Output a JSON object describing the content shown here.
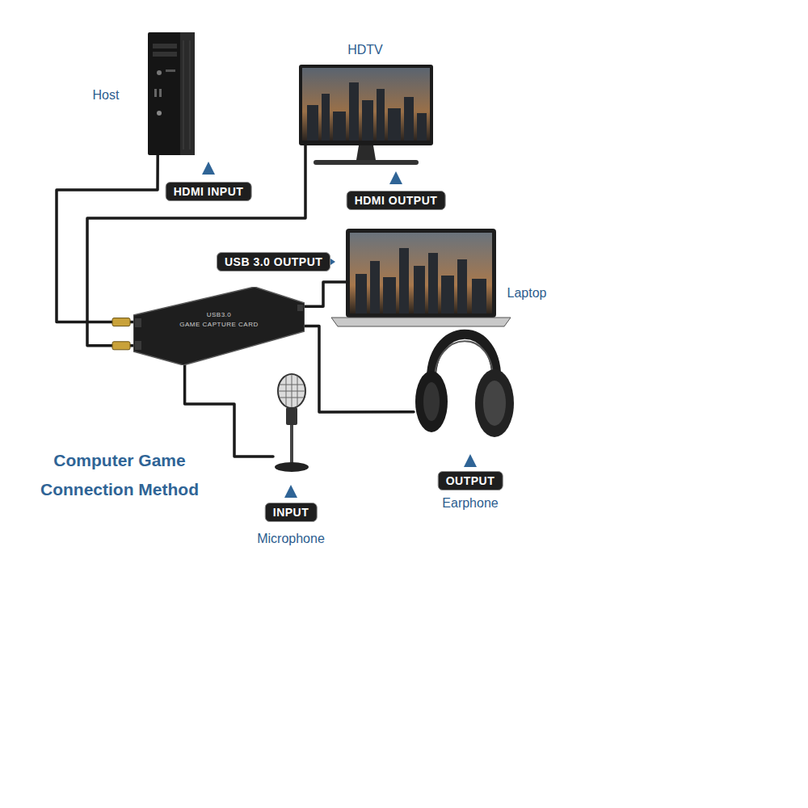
{
  "diagram": {
    "title": "Computer Game Connection Method",
    "nodes": [
      {
        "text": [
          "Host",
          "HDMI INPUT"
        ]
      },
      {
        "text": [
          "HDTV",
          "HDMI OUTPUT"
        ]
      },
      {
        "text": [
          "Laptop"
        ]
      },
      {
        "text": [
          "USB3.0",
          "GAME CAPTURE CARD"
        ]
      },
      {
        "text": [
          "INPUT",
          "Microphone"
        ]
      },
      {
        "text": [
          "OUTPUT",
          "Earphone"
        ]
      }
    ],
    "edges": [
      {
        "from": 3,
        "to": 0,
        "arrow": "none"
      },
      {
        "from": 3,
        "to": 1,
        "arrow": "none"
      },
      {
        "from": 3,
        "to": 2,
        "label": "USB 3.0 OUTPUT",
        "arrow": "none"
      },
      {
        "from": 3,
        "to": 4,
        "arrow": "none"
      },
      {
        "from": 3,
        "to": 5,
        "arrow": "none"
      }
    ]
  }
}
